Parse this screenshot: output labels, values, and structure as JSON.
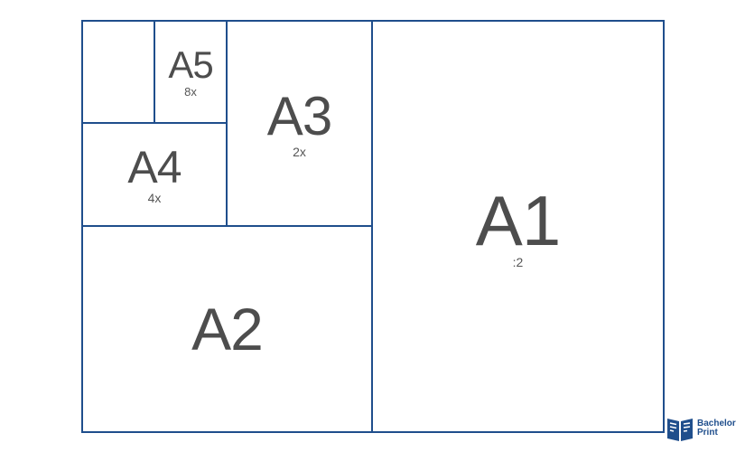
{
  "sheets": {
    "a1": {
      "label": "A1",
      "ratio": ":2"
    },
    "a2": {
      "label": "A2"
    },
    "a3": {
      "label": "A3",
      "ratio": "2x"
    },
    "a4": {
      "label": "A4",
      "ratio": "4x"
    },
    "a5": {
      "label": "A5",
      "ratio": "8x"
    }
  },
  "brand": {
    "line1": "Bachelor",
    "line2": "Print",
    "icon": "book-logo-icon"
  },
  "colors": {
    "border": "#1f4e8c",
    "text": "#4d4d4d"
  }
}
